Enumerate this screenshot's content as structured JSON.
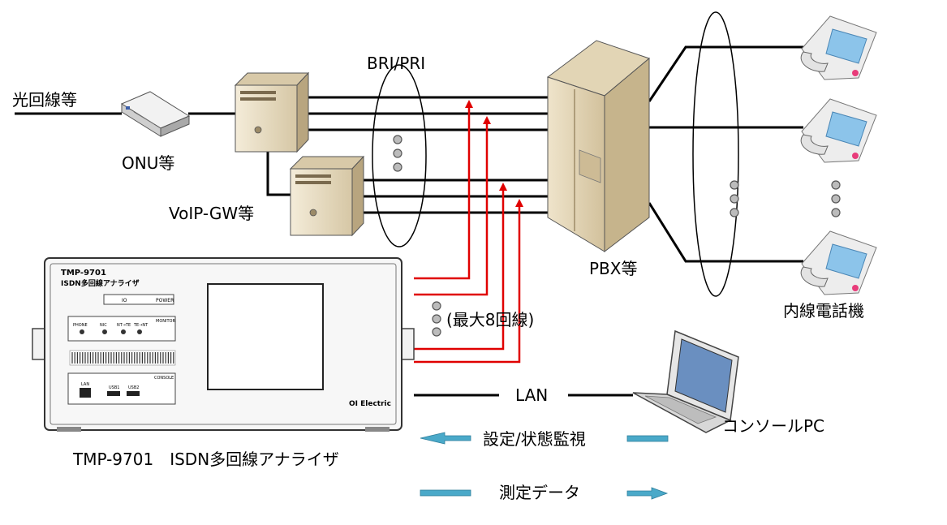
{
  "labels": {
    "fiber": "光回線等",
    "onu": "ONU等",
    "voip": "VoIP-GW等",
    "bri_pri": "BRI/PRI",
    "pbx": "PBX等",
    "extension_phones": "内線電話機",
    "max_lines": "(最大8回線)",
    "lan": "LAN",
    "console_pc": "コンソールPC",
    "analyzer_caption": "TMP-9701　ISDN多回線アナライザ",
    "settings_monitor": "設定/状態監視",
    "measurement_data": "測定データ"
  },
  "device": {
    "model": "TMP-9701",
    "name": "ISDN多回線アナライザ",
    "brand": "OI Electric",
    "io": "IO",
    "power": "POWER",
    "monitor": "MONITOR",
    "console": "CONSOLE",
    "leds": [
      "PHONE",
      "NIC",
      "NT→TE",
      "TE→NT"
    ],
    "ports": [
      "LAN",
      "USB1",
      "USB2"
    ]
  },
  "colors": {
    "tap_line": "#e00000",
    "arrow": "#4aa9c9",
    "device_body": "#e9ddc3",
    "wire": "#000000"
  }
}
